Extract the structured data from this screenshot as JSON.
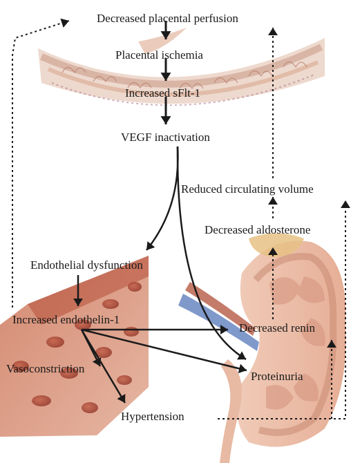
{
  "diagram": {
    "labels": {
      "decreased_placental_perfusion": "Decreased placental perfusion",
      "placental_ischemia": "Placental ischemia",
      "increased_sflt1": "Increased sFlt-1",
      "vegf_inactivation": "VEGF inactivation",
      "reduced_circulating_volume": "Reduced circulating  volume",
      "decreased_aldosterone": "Decreased aldosterone",
      "endothelial_dysfunction": "Endothelial dysfunction",
      "increased_endothelin1": "Increased endothelin-1",
      "decreased_renin": "Decreased renin",
      "vasoconstriction": "Vasoconstriction",
      "proteinuria": "Proteinuria",
      "hypertension": "Hypertension"
    },
    "colors": {
      "arrow": "#1a1a1a",
      "placenta": "#d9a98f",
      "vessel_wall": "#b5543d",
      "vessel_inner": "#c9704f",
      "kidney": "#e8b9a3",
      "kidney_cortex": "#d69680",
      "blood_vessel_blue": "#6a87c2",
      "adrenal": "#e6c184"
    },
    "illustrations": [
      "placenta-illustration",
      "blood-vessel-illustration",
      "kidney-illustration"
    ]
  }
}
